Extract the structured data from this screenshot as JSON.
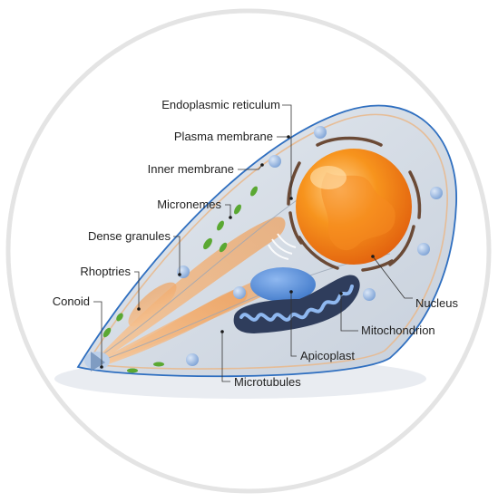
{
  "labels": {
    "endoplasmic_reticulum": "Endoplasmic reticulum",
    "plasma_membrane": "Plasma membrane",
    "inner_membrane": "Inner membrane",
    "micronemes": "Micronemes",
    "dense_granules": "Dense granules",
    "rhoptries": "Rhoptries",
    "conoid": "Conoid",
    "nucleus": "Nucleus",
    "mitochondrion": "Mitochondrion",
    "apicoplast": "Apicoplast",
    "microtubules": "Microtubules"
  },
  "colors": {
    "nucleus": "#f07a1c",
    "cytoplasm": "#cfd8e3",
    "membrane": "#2f6fc0",
    "micronemes": "#5aa832",
    "rhoptries": "#f2b47a",
    "apicoplast": "#4a88d8",
    "mitochondrion": "#2f3d5c",
    "er": "#6b4a36"
  }
}
